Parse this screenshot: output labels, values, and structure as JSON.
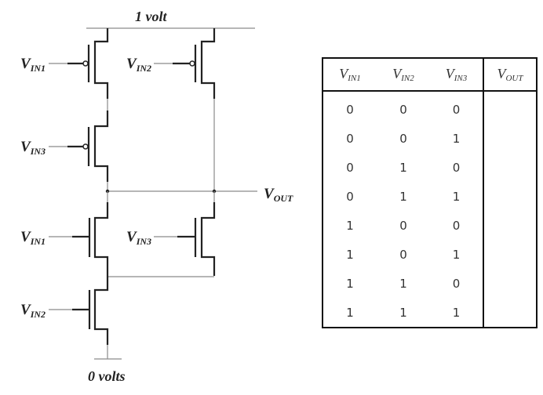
{
  "circuit": {
    "supply_label": "1 volt",
    "ground_label": "0 volts",
    "output_label": {
      "main": "V",
      "sub": "OUT"
    },
    "transistors": [
      {
        "id": "pmos-in1",
        "type": "PMOS",
        "gate": {
          "main": "V",
          "sub": "IN1"
        }
      },
      {
        "id": "pmos-in2",
        "type": "PMOS",
        "gate": {
          "main": "V",
          "sub": "IN2"
        }
      },
      {
        "id": "pmos-in3",
        "type": "PMOS",
        "gate": {
          "main": "V",
          "sub": "IN3"
        }
      },
      {
        "id": "nmos-in1",
        "type": "NMOS",
        "gate": {
          "main": "V",
          "sub": "IN1"
        }
      },
      {
        "id": "nmos-in3",
        "type": "NMOS",
        "gate": {
          "main": "V",
          "sub": "IN3"
        }
      },
      {
        "id": "nmos-in2",
        "type": "NMOS",
        "gate": {
          "main": "V",
          "sub": "IN2"
        }
      }
    ]
  },
  "table": {
    "headers": [
      {
        "main": "V",
        "sub": "IN1"
      },
      {
        "main": "V",
        "sub": "IN2"
      },
      {
        "main": "V",
        "sub": "IN3"
      },
      {
        "main": "V",
        "sub": "OUT"
      }
    ],
    "rows": [
      [
        "0",
        "0",
        "0",
        ""
      ],
      [
        "0",
        "0",
        "1",
        ""
      ],
      [
        "0",
        "1",
        "0",
        ""
      ],
      [
        "0",
        "1",
        "1",
        ""
      ],
      [
        "1",
        "0",
        "0",
        ""
      ],
      [
        "1",
        "0",
        "1",
        ""
      ],
      [
        "1",
        "1",
        "0",
        ""
      ],
      [
        "1",
        "1",
        "1",
        ""
      ]
    ]
  }
}
